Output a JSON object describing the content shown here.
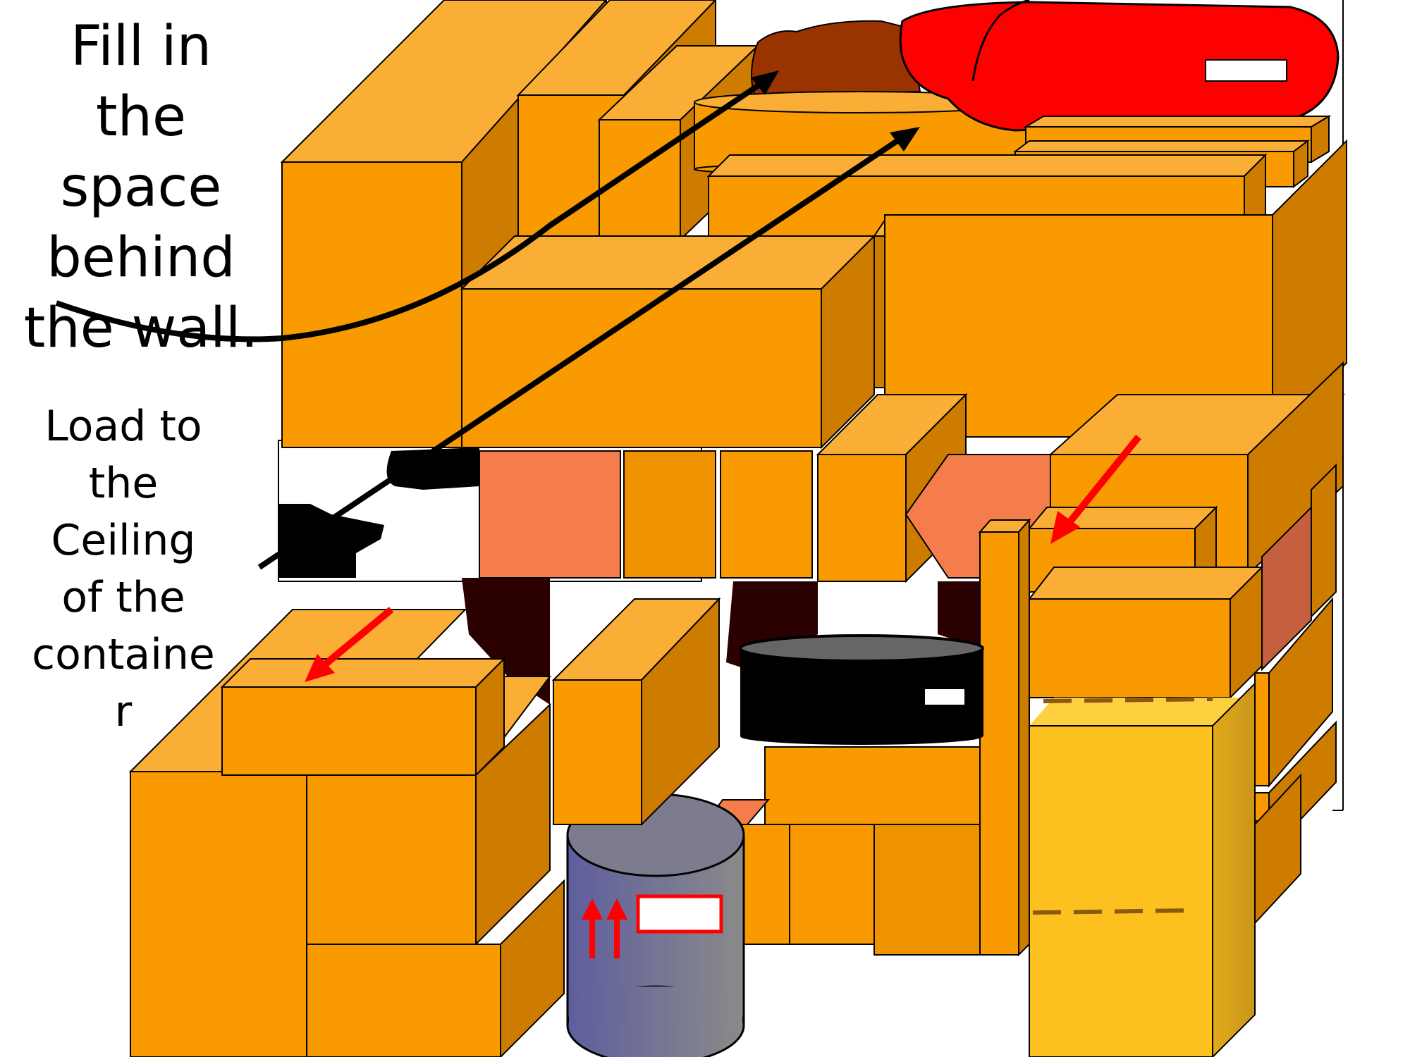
{
  "labels": {
    "top": [
      "Fill in",
      "the",
      "space",
      "behind",
      "the wall."
    ],
    "left": [
      "Load to",
      "the",
      "Ceiling",
      "of the",
      "containe",
      "r"
    ]
  },
  "colors": {
    "box_front": "#F99A00",
    "box_top": "#FBAE35",
    "box_side": "#CD7C00",
    "salmon": "#F47D4B",
    "dark_shadow": "#2B0000",
    "cylinder_grey": "#7A7A86",
    "drum_black": "#000000",
    "bag_red": "#FF0000",
    "bag_brown": "#993300",
    "yellow_box": "#FCC11E",
    "arrow_black": "#000000",
    "arrow_red": "#FF0000"
  },
  "icons": {
    "up_arrows": "this-way-up-arrows-icon",
    "label_tag": "white-label-tag"
  }
}
